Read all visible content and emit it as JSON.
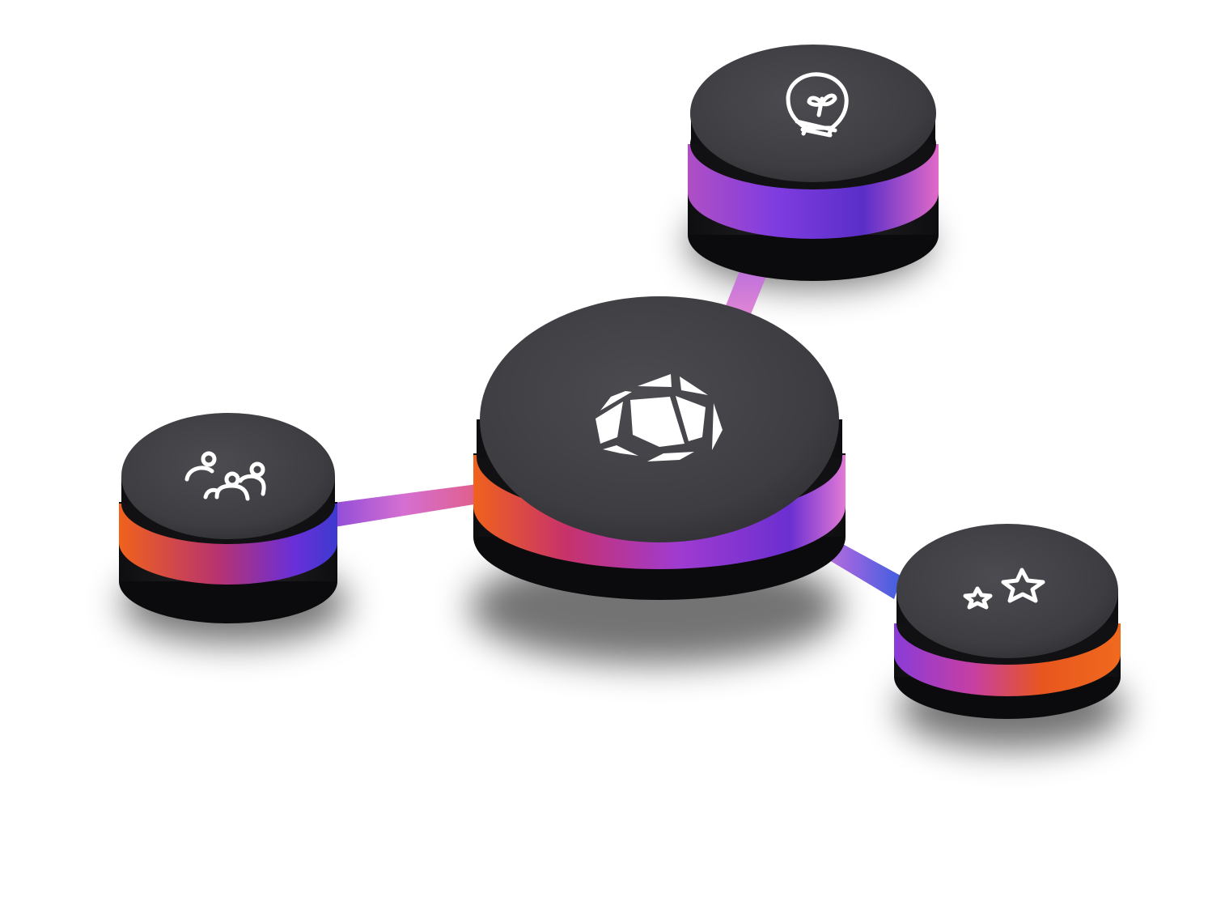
{
  "diagram": {
    "hub": {
      "icon": "dodecahedron-logo-icon"
    },
    "nodes": [
      {
        "id": "ideas",
        "icon": "lightbulb-icon"
      },
      {
        "id": "community",
        "icon": "people-group-icon"
      },
      {
        "id": "favorites",
        "icon": "stars-icon"
      }
    ],
    "colors": {
      "disk_top": "#404044",
      "disk_top_center": "#4a4a4e",
      "disk_side_dark": "#161619",
      "icon": "#ffffff",
      "accent_purple": "#7b35d6",
      "accent_magenta": "#d24fb8",
      "accent_orange": "#f0621c",
      "accent_pink": "#e27ad6",
      "accent_blue": "#3f5fe0"
    }
  }
}
